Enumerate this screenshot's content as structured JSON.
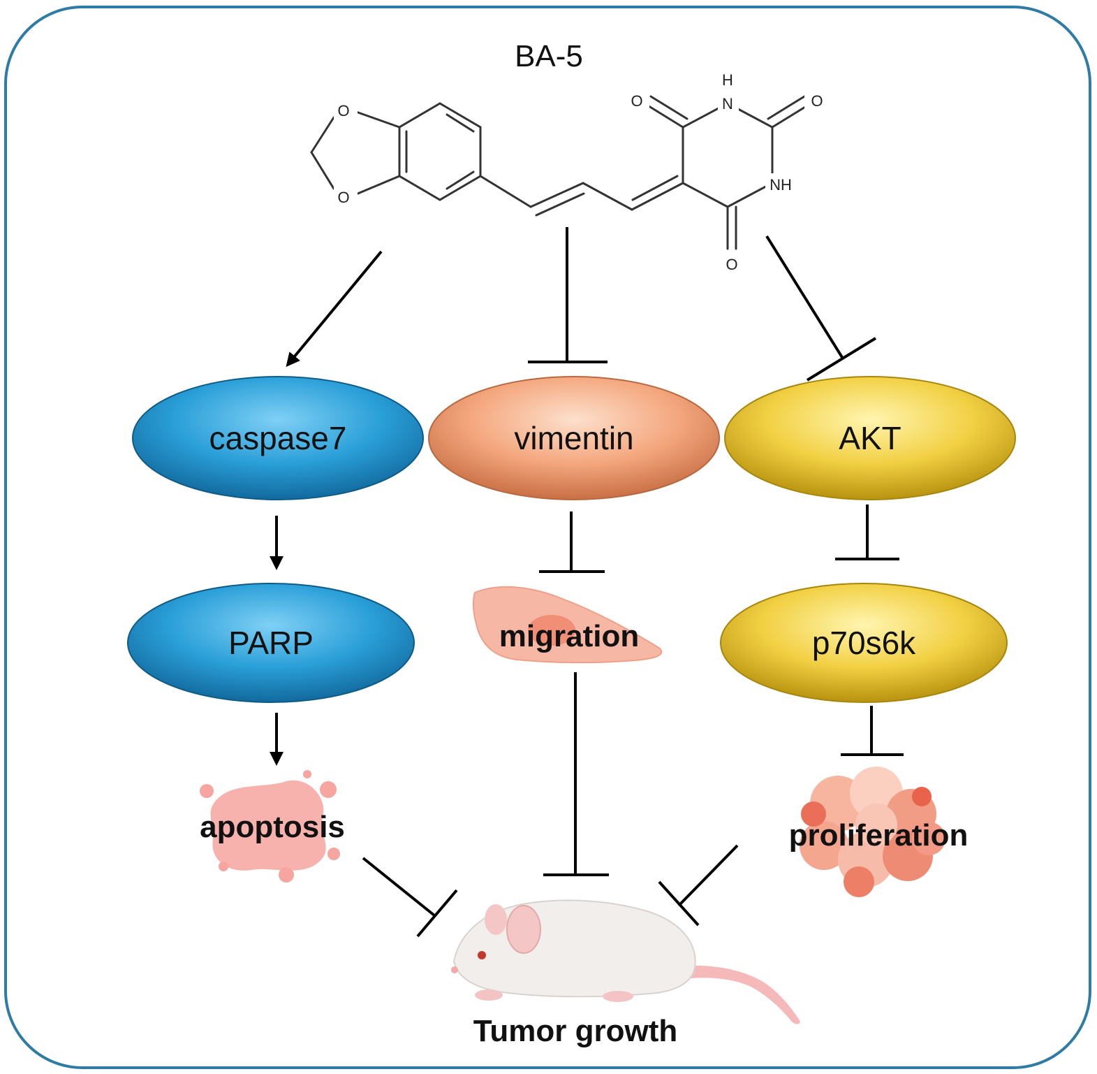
{
  "title": "BA-5",
  "molecule": {
    "atoms": {
      "o_top": "O",
      "o_bottom": "O",
      "o_carbonyl_left": "O",
      "nh_top": "H",
      "n_top": "N",
      "o_carbonyl_right": "O",
      "nh_right": "NH",
      "o_carbonyl_bottom": "O"
    }
  },
  "nodes": {
    "caspase7": "caspase7",
    "vimentin": "vimentin",
    "akt": "AKT",
    "parp": "PARP",
    "p70s6k": "p70s6k"
  },
  "outcomes": {
    "migration": "migration",
    "apoptosis": "apoptosis",
    "proliferation": "proliferation",
    "tumor_growth": "Tumor growth"
  },
  "colors": {
    "frame": "#2e7ba6",
    "caspase_blue": "#2a9fd8",
    "vimentin_orange": "#f4a77e",
    "akt_yellow": "#f2d043",
    "cell_pink": "#f6b8a4"
  },
  "relations": [
    {
      "from": "BA-5",
      "to": "caspase7",
      "type": "activates"
    },
    {
      "from": "BA-5",
      "to": "vimentin",
      "type": "inhibits"
    },
    {
      "from": "BA-5",
      "to": "AKT",
      "type": "inhibits"
    },
    {
      "from": "caspase7",
      "to": "PARP",
      "type": "activates"
    },
    {
      "from": "PARP",
      "to": "apoptosis",
      "type": "activates"
    },
    {
      "from": "vimentin",
      "to": "migration",
      "type": "inhibits"
    },
    {
      "from": "AKT",
      "to": "p70s6k",
      "type": "inhibits"
    },
    {
      "from": "p70s6k",
      "to": "proliferation",
      "type": "inhibits"
    },
    {
      "from": "apoptosis",
      "to": "Tumor growth",
      "type": "inhibits"
    },
    {
      "from": "migration",
      "to": "Tumor growth",
      "type": "inhibits"
    },
    {
      "from": "proliferation",
      "to": "Tumor growth",
      "type": "inhibits"
    }
  ]
}
